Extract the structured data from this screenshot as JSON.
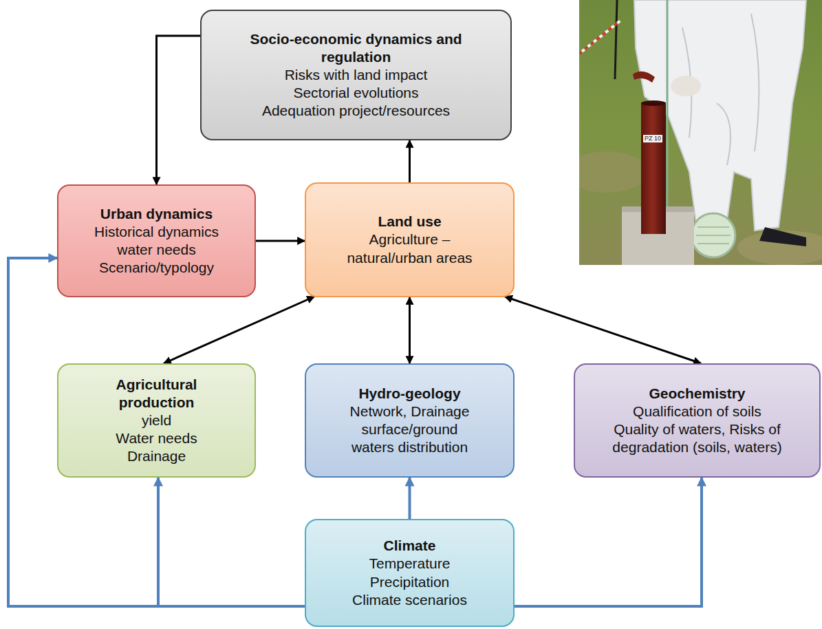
{
  "diagram": {
    "nodes": [
      {
        "text": [
          "Socio-economic dynamics and regulation",
          "Risks with land impact",
          "Sectorial evolutions",
          "Adequation project/resources"
        ]
      },
      {
        "text": [
          "Urban dynamics",
          "Historical dynamics",
          "water needs",
          "Scenario/typology"
        ]
      },
      {
        "text": [
          "Land use",
          "Agriculture – natural/urban areas"
        ]
      },
      {
        "text": [
          "Agricultural production",
          "yield",
          "Water needs",
          "Drainage"
        ]
      },
      {
        "text": [
          "Hydro-geology",
          "Network, Drainage surface/ground waters distribution"
        ]
      },
      {
        "text": [
          "Geochemistry",
          "Qualification of soils",
          "Quality of waters, Risks of degradation (soils, waters)"
        ]
      },
      {
        "text": [
          "Climate",
          "Temperature",
          "Precipitation",
          "Climate scenarios"
        ]
      }
    ],
    "edges": [
      {
        "from": 0,
        "to": 1,
        "arrow": "to"
      },
      {
        "from": 2,
        "to": 0,
        "arrow": "to"
      },
      {
        "from": 1,
        "to": 2,
        "arrow": "to"
      },
      {
        "from": 2,
        "to": 3,
        "arrow": "both"
      },
      {
        "from": 2,
        "to": 4,
        "arrow": "both"
      },
      {
        "from": 2,
        "to": 5,
        "arrow": "both"
      },
      {
        "from": 6,
        "to": 1,
        "arrow": "to"
      },
      {
        "from": 6,
        "to": 3,
        "arrow": "to"
      },
      {
        "from": 6,
        "to": 4,
        "arrow": "to"
      },
      {
        "from": 6,
        "to": 5,
        "arrow": "to"
      }
    ],
    "labels": [
      "PZ 10"
    ]
  }
}
